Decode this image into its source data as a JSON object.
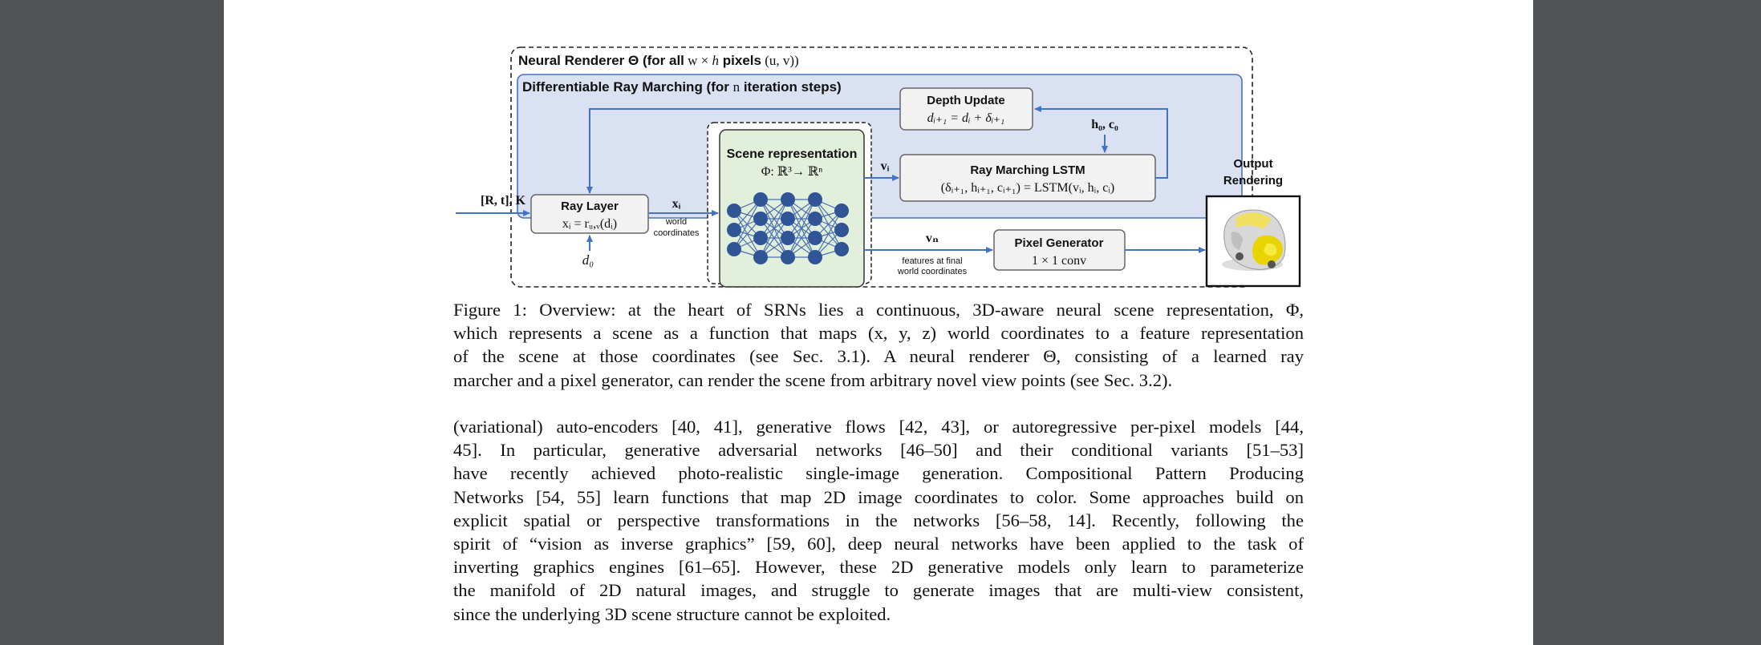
{
  "figure": {
    "outer_label_a": "Neural Renderer Θ (",
    "outer_label_b": "for all",
    "outer_label_c": " w × ",
    "outer_label_d": "h",
    "outer_label_e": " pixels",
    "outer_label_f": " (u, v))",
    "ray_marching_title_a": "Differentiable Ray Marching (for ",
    "ray_marching_title_b": "n",
    "ray_marching_title_c": " iteration steps)",
    "depth_update_title": "Depth Update",
    "depth_update_eq": "dᵢ₊₁ = dᵢ + δᵢ₊₁",
    "h0c0": "h₀, c₀",
    "lstm_title": "Ray Marching LSTM",
    "lstm_eq": "(δᵢ₊₁, hᵢ₊₁, cᵢ₊₁) = LSTM(vᵢ, hᵢ, cᵢ)",
    "scene_title": "Scene representation",
    "scene_eq": "Φ: ℝ³→ ℝⁿ",
    "vi": "vᵢ",
    "ray_layer_title": "Ray Layer",
    "ray_layer_eq": "xᵢ = rᵤ,ᵥ(dᵢ)",
    "input_label": "[R, t], K",
    "xi": "xᵢ",
    "world_coords_1": "world",
    "world_coords_2": "coordinates",
    "d0": "d₀",
    "vn": "vₙ",
    "final_features_1": "features at final",
    "final_features_2": "world coordinates",
    "pixel_gen_title": "Pixel Generator",
    "pixel_gen_eq": "1 × 1 conv",
    "output_1": "Output",
    "output_2": "Rendering"
  },
  "caption_lines": [
    "Figure 1: Overview: at the heart of SRNs lies a continuous, 3D-aware neural scene representation, Φ,",
    "which represents a scene as a function that maps (x, y, z) world coordinates to a feature representation",
    "of the scene at those coordinates (see Sec. 3.1). A neural renderer Θ, consisting of a learned ray",
    "marcher and a pixel generator, can render the scene from arbitrary novel view points (see Sec. 3.2)."
  ],
  "paragraph_lines": [
    "(variational) auto-encoders [40, 41], generative flows [42, 43], or autoregressive per-pixel models [44,",
    "45]. In particular, generative adversarial networks [46–50] and their conditional variants [51–53]",
    "have recently achieved photo-realistic single-image generation. Compositional Pattern Producing",
    "Networks [54, 55] learn functions that map 2D image coordinates to color. Some approaches build on",
    "explicit spatial or perspective transformations in the networks [56–58, 14]. Recently, following the",
    "spirit of “vision as inverse graphics” [59, 60], deep neural networks have been applied to the task of",
    "inverting graphics engines [61–65]. However, these 2D generative models only learn to parameterize",
    "the manifold of 2D natural images, and struggle to generate images that are multi-view consistent,",
    "since the underlying 3D scene structure cannot be exploited."
  ],
  "colors": {
    "page_bg": "#505356",
    "paper": "#ffffff",
    "ray_marching_fill": "#d9e1f2",
    "ray_marching_stroke": "#4472c4",
    "scene_fill": "#e2efda",
    "node_fill": "#2f5597",
    "arrow": "#4472c4",
    "box_fill": "#f2f2f2"
  }
}
